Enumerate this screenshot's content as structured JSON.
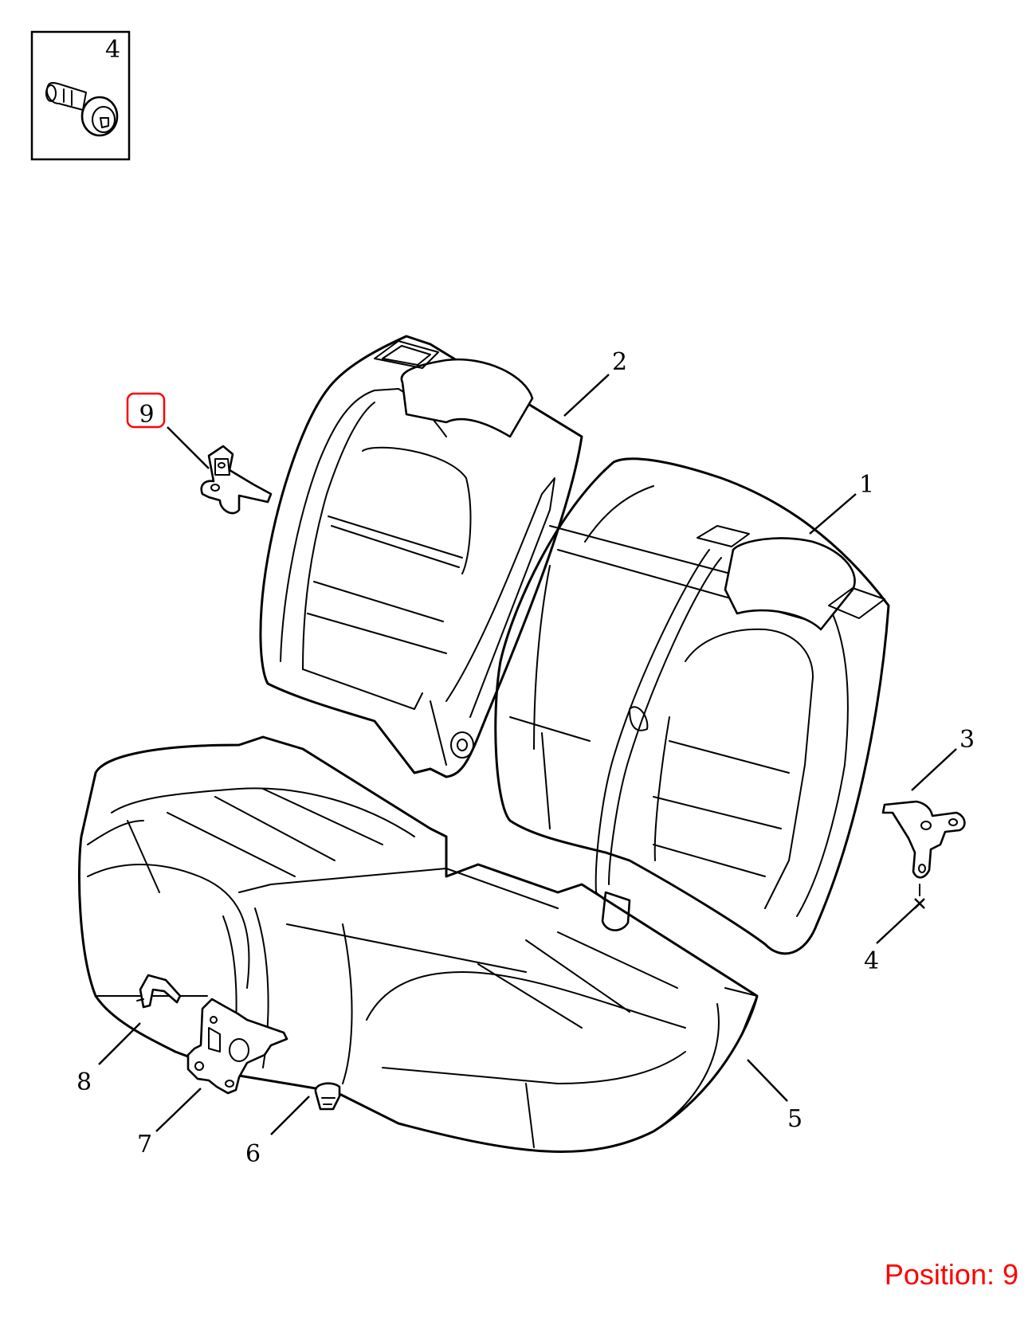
{
  "inset": {
    "callout": "4"
  },
  "callouts": {
    "c1": "1",
    "c2": "2",
    "c3": "3",
    "c4": "4",
    "c5": "5",
    "c6": "6",
    "c7": "7",
    "c8": "8",
    "c9": "9"
  },
  "highlighted_callout": "9",
  "highlight_color": "#ff0000",
  "position_label": "Position: 9"
}
